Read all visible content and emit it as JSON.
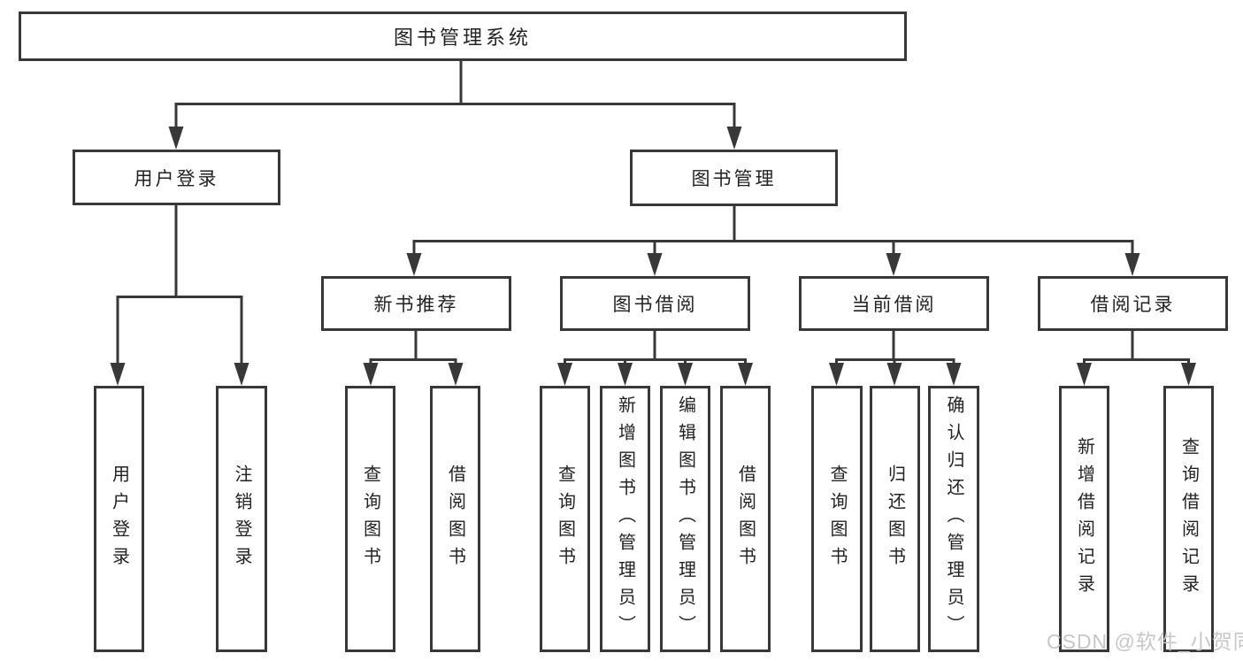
{
  "tree": {
    "root": {
      "label": "图书管理系统"
    },
    "branches": [
      {
        "label": "用户登录",
        "leaves": [
          {
            "label": "用户登录"
          },
          {
            "label": "注销登录"
          }
        ]
      },
      {
        "label": "图书管理",
        "groups": [
          {
            "label": "新书推荐",
            "leaves": [
              {
                "label": "查询图书"
              },
              {
                "label": "借阅图书"
              }
            ]
          },
          {
            "label": "图书借阅",
            "leaves": [
              {
                "label": "查询图书"
              },
              {
                "label": "新增图书（管理员）"
              },
              {
                "label": "编辑图书（管理员）"
              },
              {
                "label": "借阅图书"
              }
            ]
          },
          {
            "label": "当前借阅",
            "leaves": [
              {
                "label": "查询图书"
              },
              {
                "label": "归还图书"
              },
              {
                "label": "确认归还（管理员）"
              }
            ]
          },
          {
            "label": "借阅记录",
            "leaves": [
              {
                "label": "新增借阅记录"
              },
              {
                "label": "查询借阅记录"
              }
            ]
          }
        ]
      }
    ]
  },
  "watermark": {
    "text": "CSDN @软件_小贺同学"
  },
  "colors": {
    "line": "#383838",
    "text": "#222222",
    "watermark": "#c7c7c7",
    "background": "#ffffff"
  }
}
